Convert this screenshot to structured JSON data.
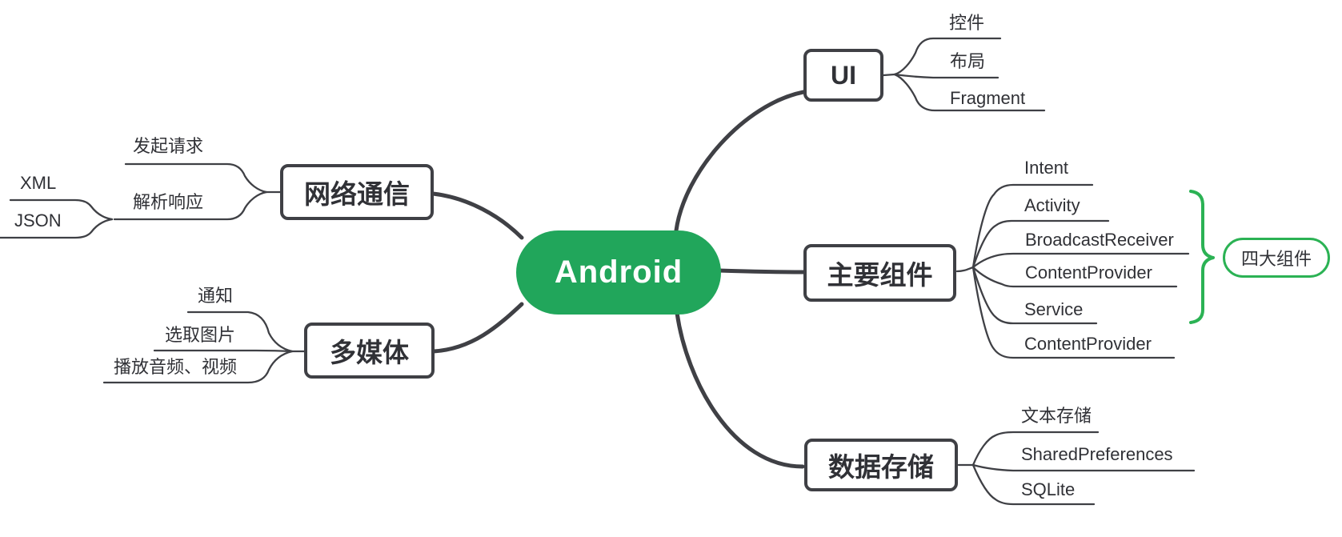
{
  "colors": {
    "root_fill": "#21A65B",
    "root_text": "#FFFFFF",
    "line": "#3F4045",
    "text": "#303136",
    "callout_green": "#2BB254"
  },
  "mindmap": {
    "root": {
      "label": "Android"
    },
    "left": [
      {
        "label": "网络通信",
        "children": [
          {
            "label": "发起请求",
            "children": []
          },
          {
            "label": "解析响应",
            "children": [
              {
                "label": "XML"
              },
              {
                "label": "JSON"
              }
            ]
          }
        ]
      },
      {
        "label": "多媒体",
        "children": [
          {
            "label": "通知"
          },
          {
            "label": "选取图片"
          },
          {
            "label": "播放音频、视频"
          }
        ]
      }
    ],
    "right": [
      {
        "label": "UI",
        "children": [
          {
            "label": "控件"
          },
          {
            "label": "布局"
          },
          {
            "label": "Fragment"
          }
        ]
      },
      {
        "label": "主要组件",
        "children": [
          {
            "label": "Intent"
          },
          {
            "label": "Activity"
          },
          {
            "label": "BroadcastReceiver"
          },
          {
            "label": "ContentProvider"
          },
          {
            "label": "Service"
          },
          {
            "label": "ContentProvider"
          }
        ]
      },
      {
        "label": "数据存储",
        "children": [
          {
            "label": "文本存储"
          },
          {
            "label": "SharedPreferences"
          },
          {
            "label": "SQLite"
          }
        ]
      }
    ],
    "callout": {
      "label": "四大组件",
      "groups": [
        "Activity",
        "BroadcastReceiver",
        "ContentProvider",
        "Service"
      ]
    }
  }
}
